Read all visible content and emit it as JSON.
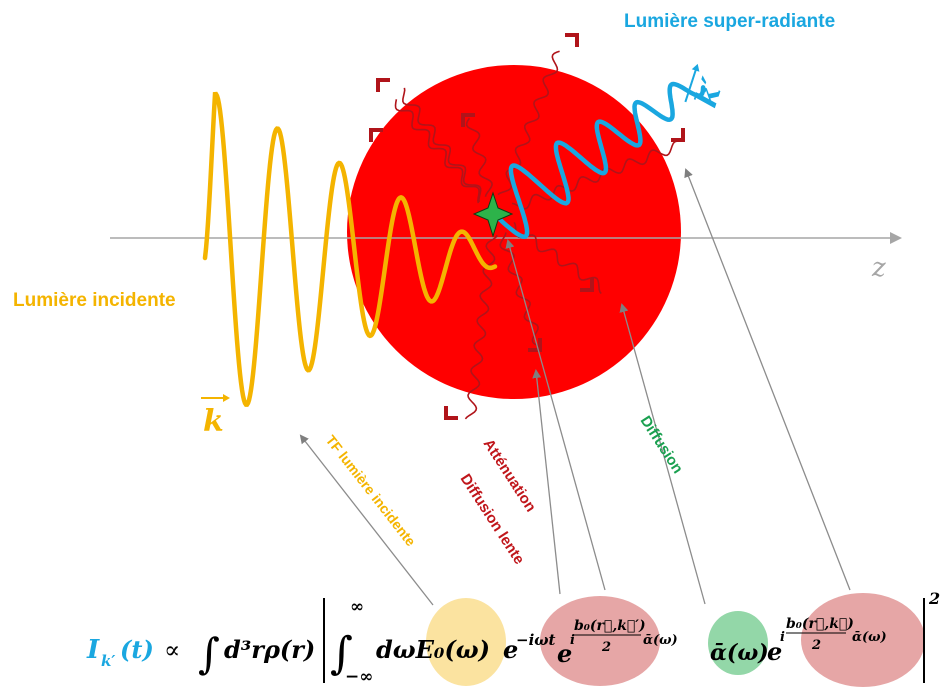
{
  "labels": {
    "super_radiant": "Lumière super-radiante",
    "incident": "Lumière incidente",
    "axis": "z",
    "k_in": "k",
    "k_out": "k′",
    "tf_incident": "TF lumière incidente",
    "attenuation": "Atténuation",
    "slow_diffusion": "Diffusion lente",
    "diffusion": "Diffusion"
  },
  "formula": {
    "lhs": "I",
    "lhs_sub": "k′",
    "lhs_arg": "(t)",
    "propto": "∝",
    "integral": "∫",
    "d3r": "d³rρ(r)",
    "inner_integral": "∫",
    "upper": "∞",
    "lower": "−∞",
    "domega": "dωE₀(ω)",
    "phase": "e",
    "phase_exp": "−iωt",
    "exp1_base": "e",
    "exp1_num": "b₀(r⃗,k⃗′)",
    "exp1_den": "2",
    "exp1_tail": "ᾱ(ω)",
    "alpha": "ᾱ(ω)",
    "exp2_base": "e",
    "exp2_num": "b₀(r⃗,k⃗)",
    "exp2_den": "2",
    "exp2_tail": "ᾱ(ω)",
    "power": "2"
  },
  "colors": {
    "incident": "#f4b400",
    "super_radiant": "#1aa7e0",
    "sphere": "#ff0000",
    "scattered": "#c0161b",
    "diffusion": "#1aa050",
    "axis": "#a6a6a6",
    "arrows": "#8c8c8c",
    "yellow_ellipse": "#fbe3a0",
    "pink_ellipse": "#e6a6a6",
    "green_ellipse": "#93d7a8",
    "star": "#2db34a"
  }
}
